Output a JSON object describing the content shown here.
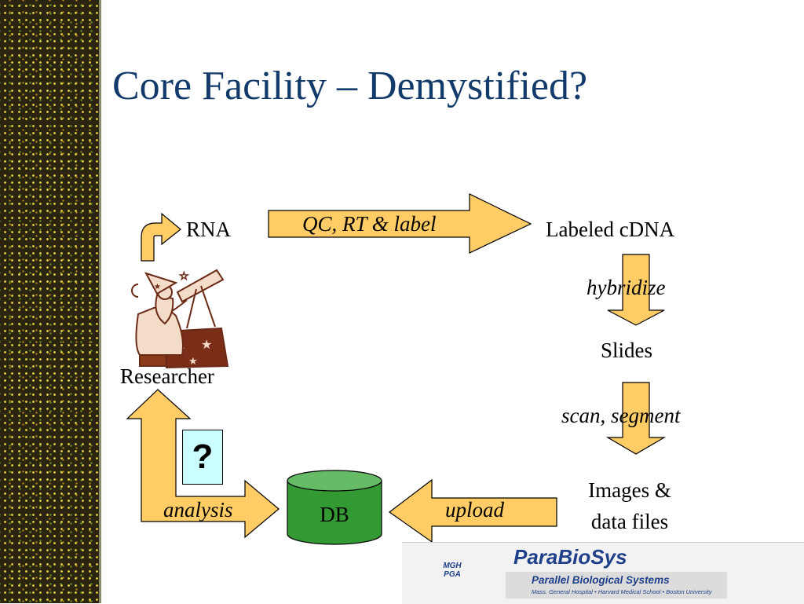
{
  "slide": {
    "title": "Core Facility – Demystified?"
  },
  "diagram": {
    "nodes": {
      "rna": "RNA",
      "labeled_cdna": "Labeled cDNA",
      "slides": "Slides",
      "images_line1": "Images &",
      "images_line2": "data files",
      "db": "DB",
      "researcher": "Researcher"
    },
    "steps": {
      "qc": "QC, RT & label",
      "hybridize": "hybridize",
      "scan": "scan, segment",
      "upload": "upload",
      "analysis": "analysis"
    },
    "question_mark": "?",
    "colors": {
      "arrow_fill": "#ffcc66",
      "db_fill": "#339933",
      "question_box": "#ccffff",
      "title": "#123b6b"
    }
  },
  "footer_logo": {
    "mgh_line1": "MGH",
    "mgh_line2": "PGA",
    "name": "ParaBioSys",
    "subtitle": "Parallel Biological Systems",
    "institutions": "Mass. General Hospital • Harvard Medical School • Boston University"
  }
}
